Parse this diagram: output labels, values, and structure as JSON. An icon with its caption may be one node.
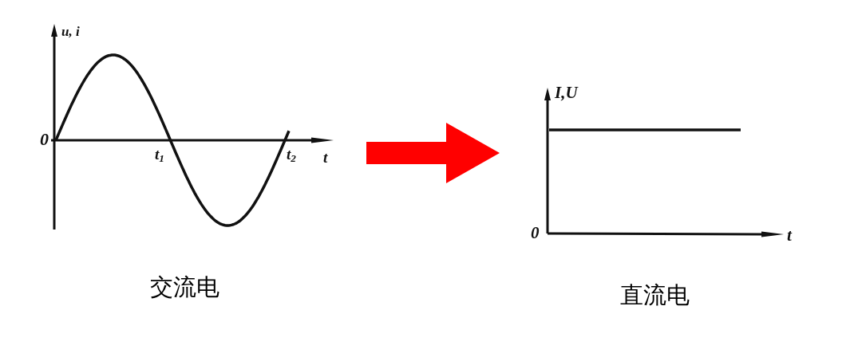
{
  "diagram": {
    "nodes": [
      {
        "text": [],
        "shape": "picture",
        "beside": [
          "0",
          "交流电"
        ]
      },
      {
        "text": [],
        "shape": "picture",
        "beside": [
          "0",
          "直流电"
        ]
      }
    ],
    "edges": [
      {
        "from": 0,
        "to": 1,
        "arrow": "to",
        "color": "#ff0000"
      }
    ],
    "labels": [
      "u, i",
      "t$_{1}$",
      "t$_{2}$",
      "t",
      "I,U",
      "t"
    ]
  }
}
